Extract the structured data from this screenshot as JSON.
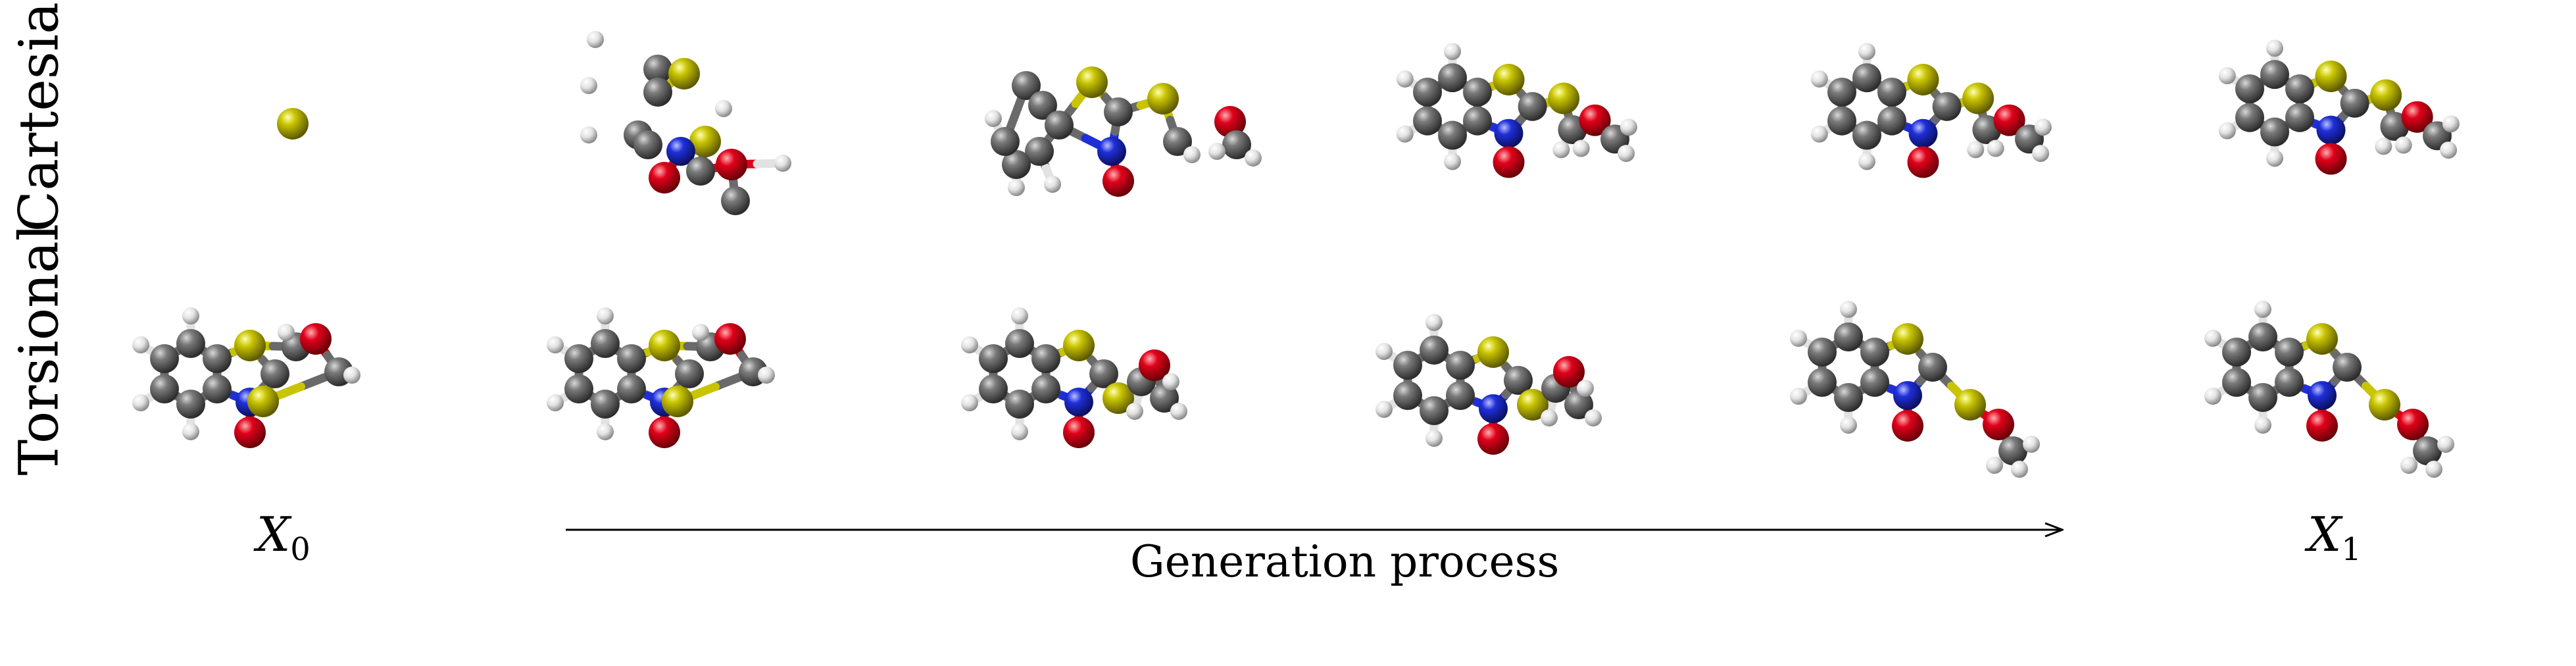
{
  "rows": {
    "cartesian_label": "Cartesian",
    "torsional_label": "Torsional"
  },
  "endpoints": {
    "start_var": "X",
    "start_sub": "0",
    "end_var": "X",
    "end_sub": "1"
  },
  "arrow": {
    "label": "Generation process"
  },
  "atom_colors": {
    "carbon": "#6a6a6a",
    "sulfur": "#c8c400",
    "oxygen": "#e0001a",
    "nitrogen": "#1f2fd8",
    "hydrogen": "#e2e2e2"
  }
}
